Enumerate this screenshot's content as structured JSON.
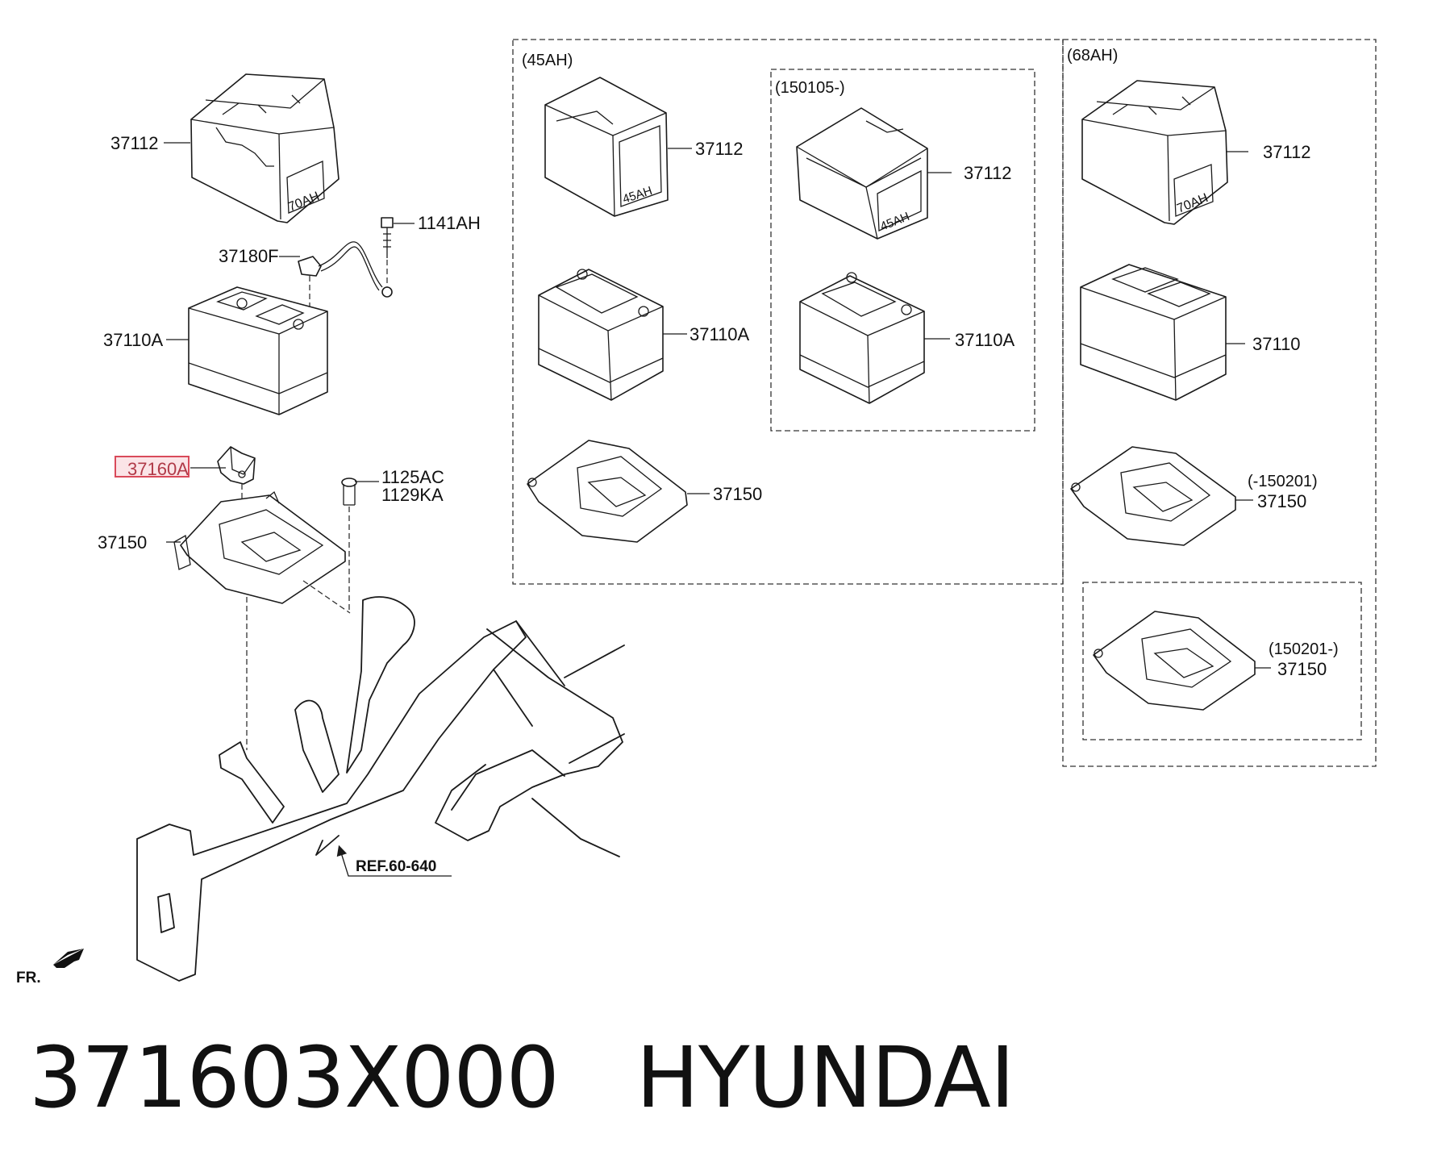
{
  "diagram": {
    "callouts": {
      "cover_main": "37112",
      "bolt_1141": "1141AH",
      "cable": "37180F",
      "battery_main": "37110A",
      "bracket": "37160A",
      "bolt_1125": "1125AC",
      "bolt_1129": "1129KA",
      "tray_main": "37150",
      "cover_45": "37112",
      "battery_45": "37110A",
      "tray_45": "37150",
      "cover_45b": "37112",
      "battery_45b": "37110A",
      "cover_68": "37112",
      "battery_68": "37110",
      "tray_68a_date": "(-150201)",
      "tray_68a": "37150",
      "tray_68b_date": "(150201-)",
      "tray_68b": "37150"
    },
    "group_captions": {
      "ah45": "(45AH)",
      "date_150105": "(150105-)",
      "ah68": "(68AH)"
    },
    "case_markings": {
      "ah70": "70AH",
      "ah45": "45AH"
    },
    "reference": "REF.60-640",
    "front_marker": "FR.",
    "highlighted_part": "37160A",
    "highlight_color": "#d94a5a",
    "icons": [
      "front-arrow-icon",
      "reference-arrow-icon"
    ]
  },
  "footer": {
    "part_number": "371603X000",
    "brand": "HYUNDAI"
  }
}
